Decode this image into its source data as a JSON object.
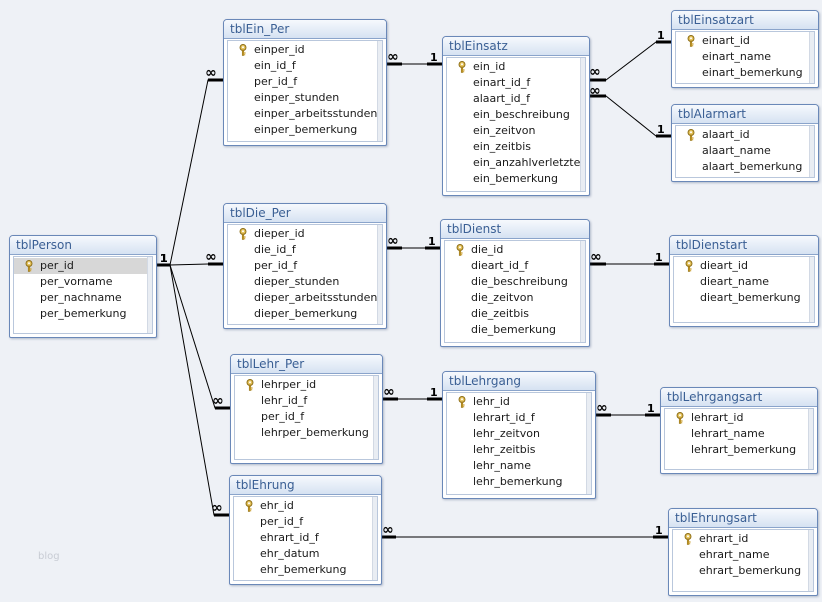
{
  "tables": [
    {
      "id": "tblPerson",
      "title": "tblPerson",
      "fields": [
        "per_id",
        "per_vorname",
        "per_nachname",
        "per_bemerkung"
      ],
      "keyRows": [
        0
      ],
      "selectedRows": [
        0
      ]
    },
    {
      "id": "tblEin_Per",
      "title": "tblEin_Per",
      "fields": [
        "einper_id",
        "ein_id_f",
        "per_id_f",
        "einper_stunden",
        "einper_arbeitsstunden",
        "einper_bemerkung"
      ],
      "keyRows": [
        0
      ],
      "selectedRows": []
    },
    {
      "id": "tblEinsatz",
      "title": "tblEinsatz",
      "fields": [
        "ein_id",
        "einart_id_f",
        "alaart_id_f",
        "ein_beschreibung",
        "ein_zeitvon",
        "ein_zeitbis",
        "ein_anzahlverletzte",
        "ein_bemerkung"
      ],
      "keyRows": [
        0
      ],
      "selectedRows": []
    },
    {
      "id": "tblEinsatzart",
      "title": "tblEinsatzart",
      "fields": [
        "einart_id",
        "einart_name",
        "einart_bemerkung"
      ],
      "keyRows": [
        0
      ],
      "selectedRows": []
    },
    {
      "id": "tblAlarmart",
      "title": "tblAlarmart",
      "fields": [
        "alaart_id",
        "alaart_name",
        "alaart_bemerkung"
      ],
      "keyRows": [
        0
      ],
      "selectedRows": []
    },
    {
      "id": "tblDie_Per",
      "title": "tblDie_Per",
      "fields": [
        "dieper_id",
        "die_id_f",
        "per_id_f",
        "dieper_stunden",
        "dieper_arbeitsstunden",
        "dieper_bemerkung"
      ],
      "keyRows": [
        0
      ],
      "selectedRows": []
    },
    {
      "id": "tblDienst",
      "title": "tblDienst",
      "fields": [
        "die_id",
        "dieart_id_f",
        "die_beschreibung",
        "die_zeitvon",
        "die_zeitbis",
        "die_bemerkung"
      ],
      "keyRows": [
        0
      ],
      "selectedRows": []
    },
    {
      "id": "tblDienstart",
      "title": "tblDienstart",
      "fields": [
        "dieart_id",
        "dieart_name",
        "dieart_bemerkung"
      ],
      "keyRows": [
        0
      ],
      "selectedRows": []
    },
    {
      "id": "tblLehr_Per",
      "title": "tblLehr_Per",
      "fields": [
        "lehrper_id",
        "lehr_id_f",
        "per_id_f",
        "lehrper_bemerkung"
      ],
      "keyRows": [
        0
      ],
      "selectedRows": []
    },
    {
      "id": "tblLehrgang",
      "title": "tblLehrgang",
      "fields": [
        "lehr_id",
        "lehrart_id_f",
        "lehr_zeitvon",
        "lehr_zeitbis",
        "lehr_name",
        "lehr_bemerkung"
      ],
      "keyRows": [
        0
      ],
      "selectedRows": []
    },
    {
      "id": "tblLehrgangsart",
      "title": "tblLehrgangsart",
      "fields": [
        "lehrart_id",
        "lehrart_name",
        "lehrart_bemerkung"
      ],
      "keyRows": [
        0
      ],
      "selectedRows": []
    },
    {
      "id": "tblEhrung",
      "title": "tblEhrung",
      "fields": [
        "ehr_id",
        "per_id_f",
        "ehrart_id_f",
        "ehr_datum",
        "ehr_bemerkung"
      ],
      "keyRows": [
        0
      ],
      "selectedRows": []
    },
    {
      "id": "tblEhrungsart",
      "title": "tblEhrungsart",
      "fields": [
        "ehrart_id",
        "ehrart_name",
        "ehrart_bemerkung"
      ],
      "keyRows": [
        0
      ],
      "selectedRows": []
    }
  ],
  "relationships": [
    {
      "from": "tblPerson",
      "to": "tblEin_Per",
      "one": "1",
      "many": "∞"
    },
    {
      "from": "tblPerson",
      "to": "tblDie_Per",
      "one": "1",
      "many": "∞"
    },
    {
      "from": "tblPerson",
      "to": "tblLehr_Per",
      "one": "1",
      "many": "∞"
    },
    {
      "from": "tblPerson",
      "to": "tblEhrung",
      "one": "1",
      "many": "∞"
    },
    {
      "from": "tblEinsatz",
      "to": "tblEin_Per",
      "one": "1",
      "many": "∞"
    },
    {
      "from": "tblEinsatzart",
      "to": "tblEinsatz",
      "one": "1",
      "many": "∞"
    },
    {
      "from": "tblAlarmart",
      "to": "tblEinsatz",
      "one": "1",
      "many": "∞"
    },
    {
      "from": "tblDienst",
      "to": "tblDie_Per",
      "one": "1",
      "many": "∞"
    },
    {
      "from": "tblDienstart",
      "to": "tblDienst",
      "one": "1",
      "many": "∞"
    },
    {
      "from": "tblLehrgang",
      "to": "tblLehr_Per",
      "one": "1",
      "many": "∞"
    },
    {
      "from": "tblLehrgangsart",
      "to": "tblLehrgang",
      "one": "1",
      "many": "∞"
    },
    {
      "from": "tblEhrungsart",
      "to": "tblEhrung",
      "one": "1",
      "many": "∞"
    }
  ],
  "watermark": "blog",
  "colors": {
    "background": "#eef1f6",
    "title_text": "#3a5f94",
    "border": "#6a88b8",
    "line": "#000000"
  },
  "icons": {
    "primary_key": "key-icon"
  }
}
